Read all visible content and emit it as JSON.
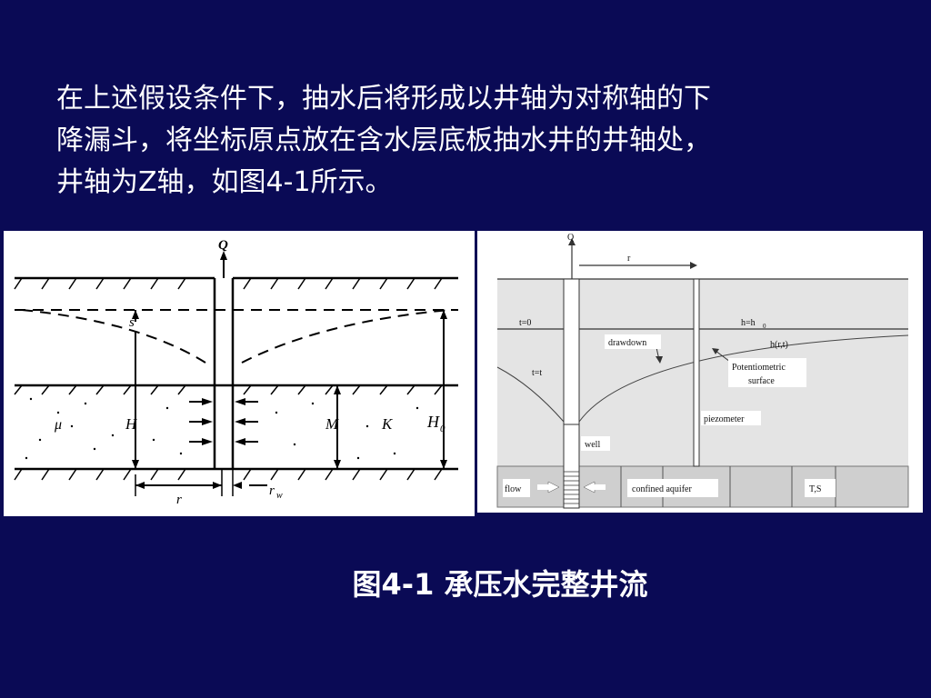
{
  "paragraph": {
    "lines": [
      "在上述假设条件下，抽水后将形成以井轴为对称轴的下",
      "降漏斗，将坐标原点放在含水层底板抽水井的井轴处，",
      "井轴为Z轴，如图4-1所示。"
    ]
  },
  "left_diagram": {
    "labels": {
      "Q": "Q",
      "s": "s",
      "mu": "μ",
      "H": "H",
      "M": "M",
      "K": "K",
      "H0": "H",
      "H0_sub": "0",
      "r": "r",
      "rw": "r",
      "rw_sub": "w"
    }
  },
  "right_diagram": {
    "labels": {
      "Q": "Q",
      "r": "r",
      "t0": "t=0",
      "h_h0": "h=h",
      "h_h0_sub": "0",
      "drawdown": "drawdown",
      "hrt": "h(r,t)",
      "tt": "t=t",
      "pot1": "Potentiometric",
      "pot2": "surface",
      "piezometer": "piezometer",
      "well": "well",
      "flow": "flow",
      "confined": "confined aquifer",
      "ts": "T,S"
    }
  },
  "caption": "图4-1    承压水完整井流"
}
